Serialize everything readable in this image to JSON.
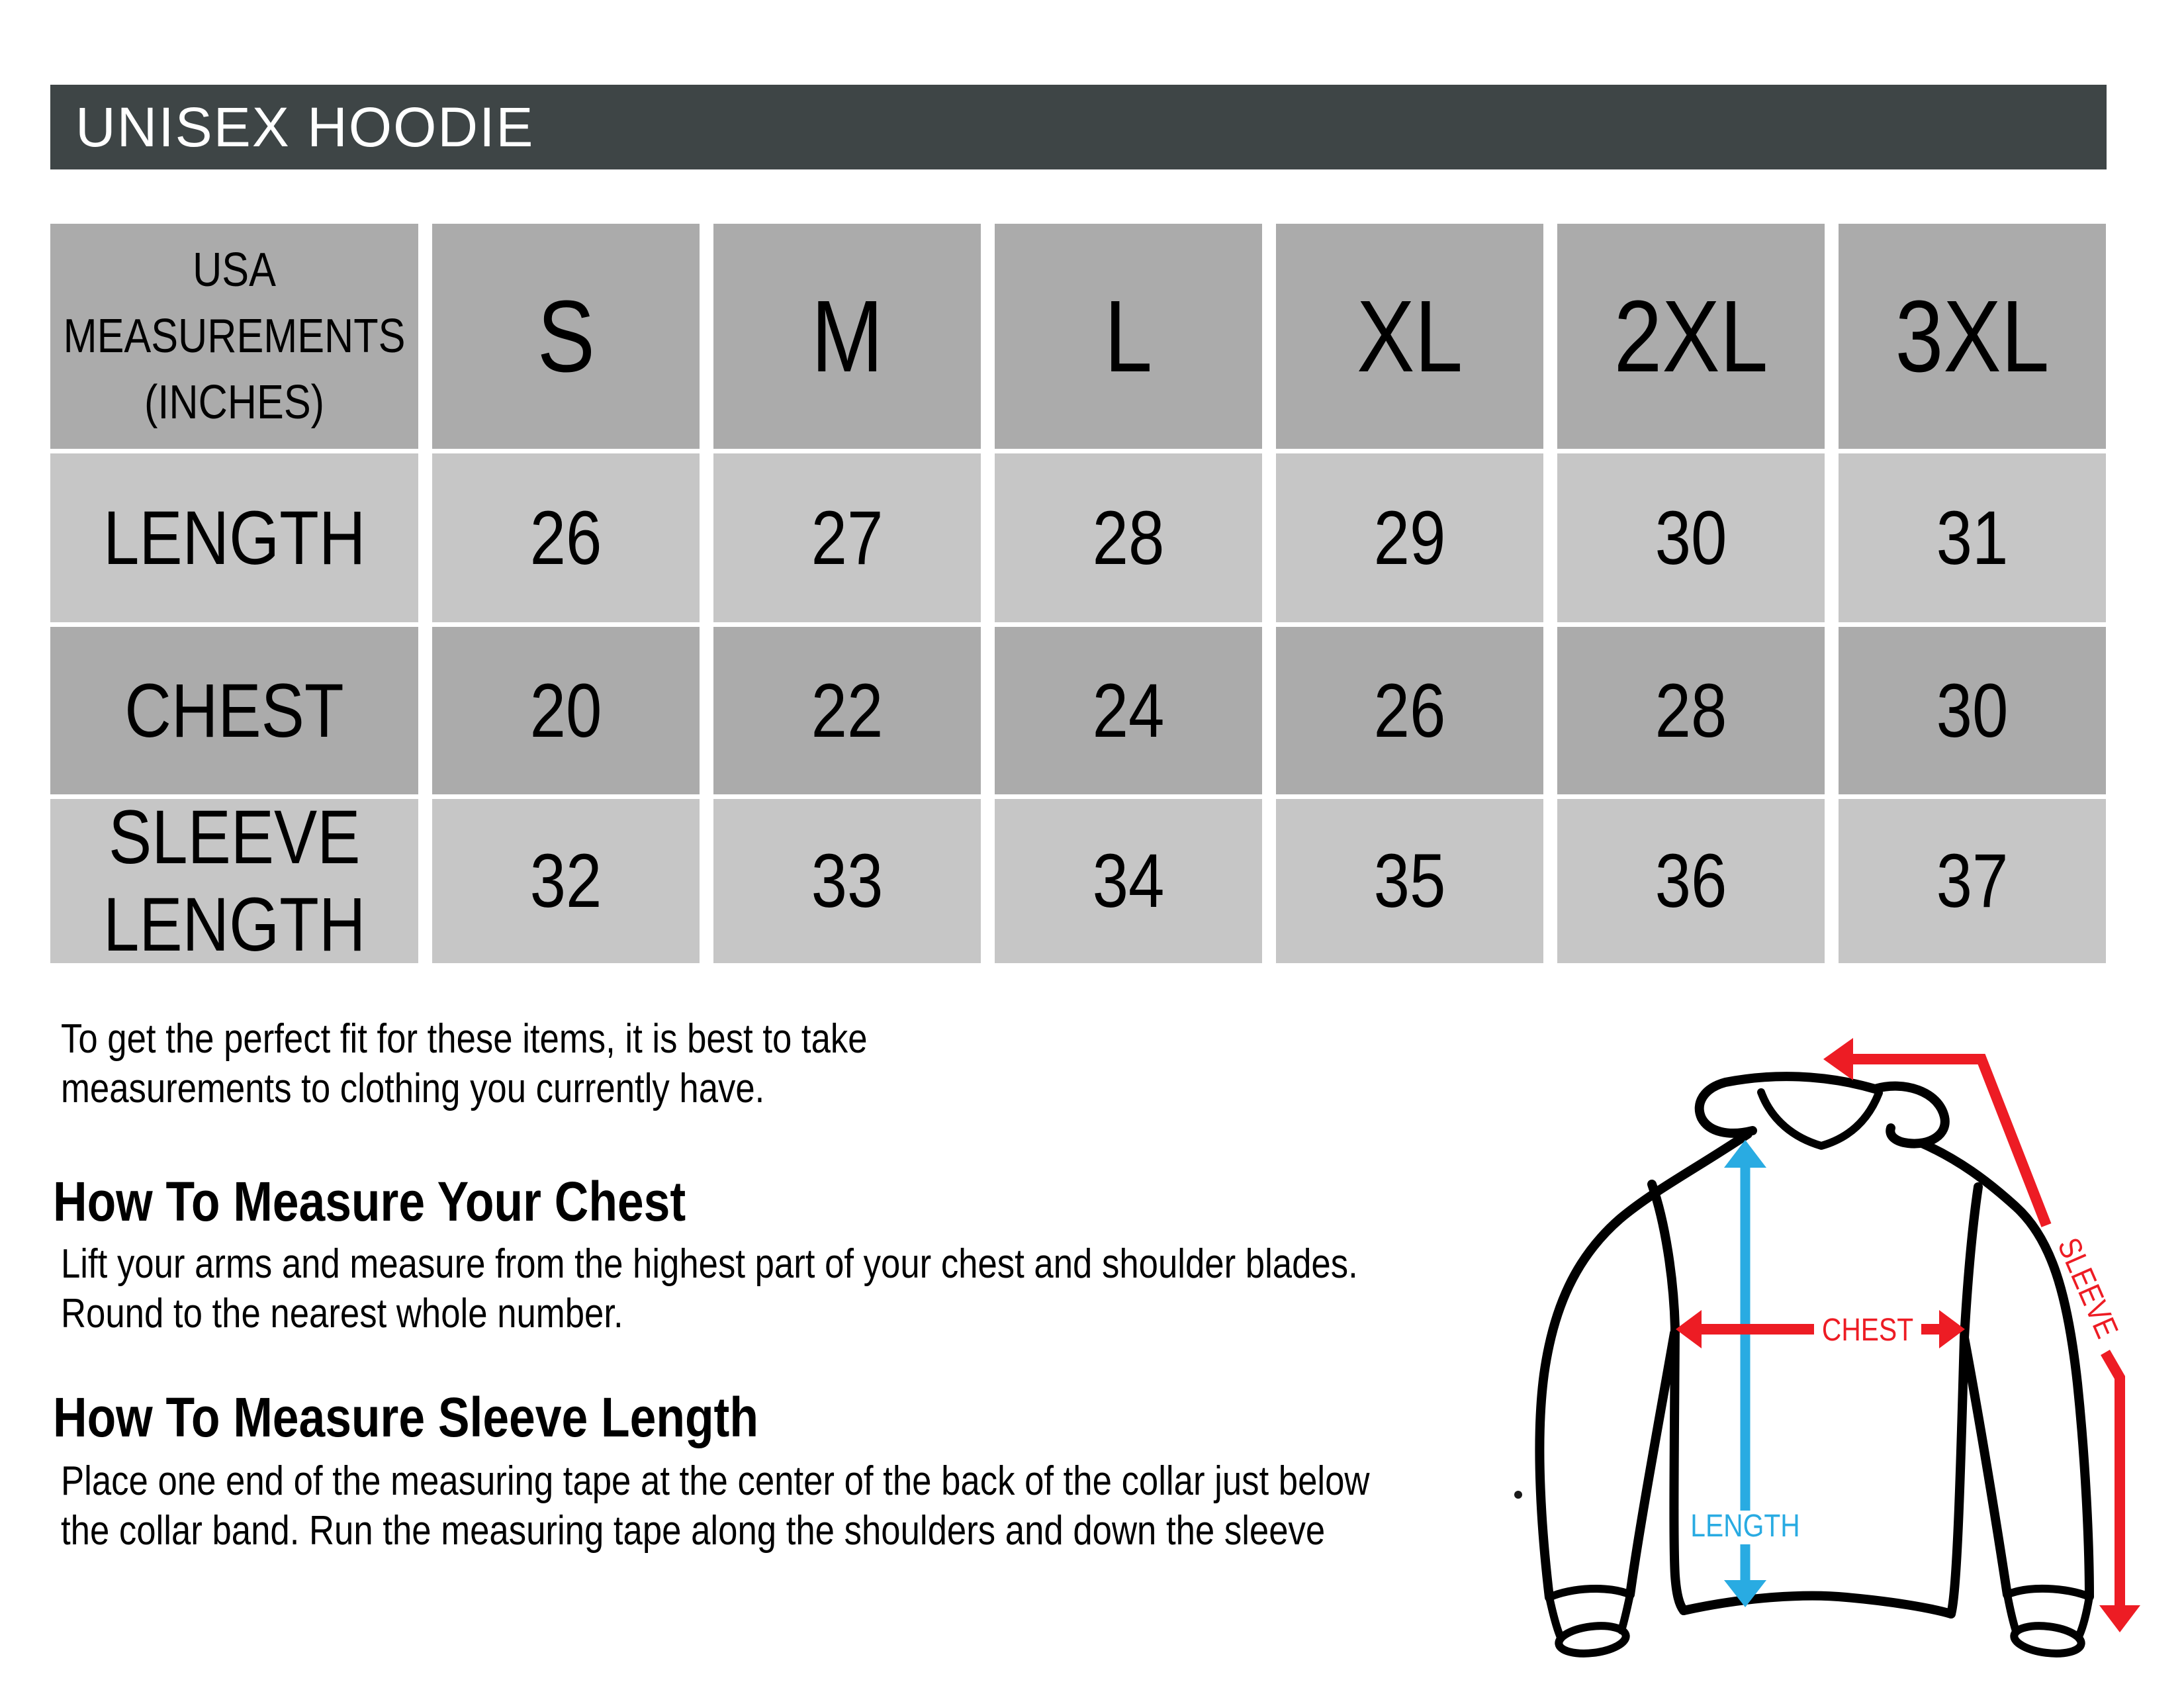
{
  "title": "UNISEX HOODIE",
  "table": {
    "corner_label": "USA\nMEASUREMENTS\n(INCHES)",
    "sizes": [
      "S",
      "M",
      "L",
      "XL",
      "2XL",
      "3XL"
    ],
    "rows": [
      {
        "label": "LENGTH",
        "values": [
          "26",
          "27",
          "28",
          "29",
          "30",
          "31"
        ]
      },
      {
        "label": "CHEST",
        "values": [
          "20",
          "22",
          "24",
          "26",
          "28",
          "30"
        ]
      },
      {
        "label": "SLEEVE\nLENGTH",
        "values": [
          "32",
          "33",
          "34",
          "35",
          "36",
          "37"
        ]
      }
    ]
  },
  "fit_note": "To get the perfect fit for these items, it is best to take\nmeasurements to clothing you currently have.",
  "sections": [
    {
      "heading": "How To Measure Your Chest",
      "body": "Lift your arms and measure from the highest part of your chest and shoulder blades.\nRound to the nearest whole number."
    },
    {
      "heading": "How To Measure Sleeve Length",
      "body": "Place one end of the measuring tape at the center of the back of the collar just below\nthe collar band. Run the measuring tape along the shoulders and down the sleeve"
    }
  ],
  "diagram": {
    "chest_label": "CHEST",
    "length_label": "LENGTH",
    "sleeve_label": "SLEEVE"
  },
  "colors": {
    "title_bar_bg": "#3e4546",
    "title_text": "#ffffff",
    "table_dark_cell": "#ababab",
    "table_light_cell": "#c6c6c6",
    "arrow_red": "#ed1c24",
    "arrow_blue": "#29abe2",
    "outline_black": "#000000"
  }
}
